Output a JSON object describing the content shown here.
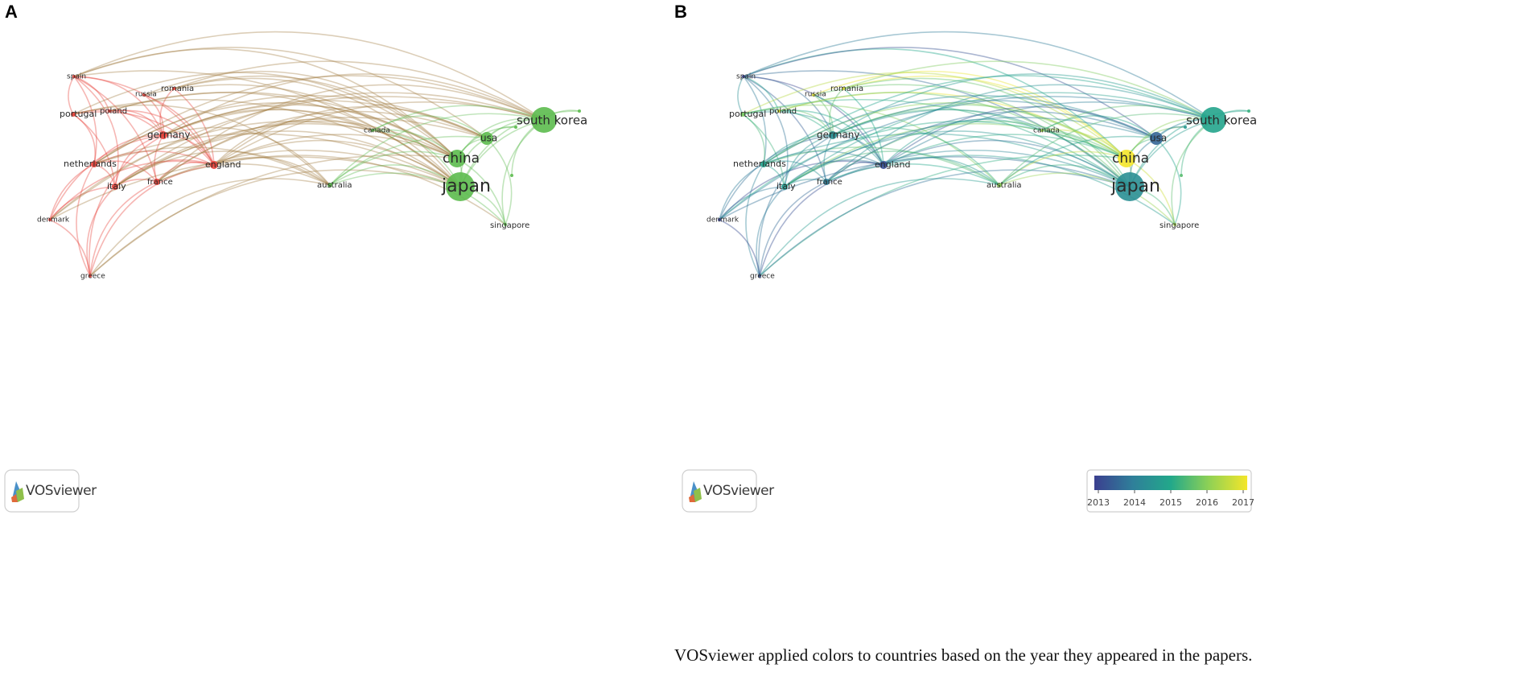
{
  "panels": [
    {
      "letter": "A",
      "mode": "cluster"
    },
    {
      "letter": "B",
      "mode": "year"
    }
  ],
  "logo_text": "VOSviewer",
  "legend": {
    "ticks": [
      "2013",
      "2014",
      "2015",
      "2016",
      "2017"
    ],
    "gradient_colors": [
      "#3b3f8f",
      "#2f7f9a",
      "#22a88a",
      "#8fd155",
      "#f4e62a"
    ]
  },
  "caption": "VOSviewer applied colors to countries based on the year they appeared in the papers.",
  "cluster_colors": {
    "red": "#e8413a",
    "green": "#5cbb4e"
  },
  "nodes": [
    {
      "id": "spain",
      "label": "spain",
      "cluster": "red",
      "year": 2013.0
    },
    {
      "id": "russia",
      "label": "russia",
      "cluster": "red",
      "year": 2016.8
    },
    {
      "id": "romania",
      "label": "romania",
      "cluster": "red",
      "year": 2016.8
    },
    {
      "id": "portugal",
      "label": "portugal",
      "cluster": "red",
      "year": 2015.8
    },
    {
      "id": "poland",
      "label": "poland",
      "cluster": "red",
      "year": 2016.8
    },
    {
      "id": "germany",
      "label": "germany",
      "cluster": "red",
      "year": 2014.4
    },
    {
      "id": "netherlands",
      "label": "netherlands",
      "cluster": "red",
      "year": 2014.9
    },
    {
      "id": "england",
      "label": "england",
      "cluster": "red",
      "year": 2013.2
    },
    {
      "id": "italy",
      "label": "italy",
      "cluster": "red",
      "year": 2014.7
    },
    {
      "id": "france",
      "label": "france",
      "cluster": "red",
      "year": 2014.0
    },
    {
      "id": "denmark",
      "label": "denmark",
      "cluster": "red",
      "year": 2013.1
    },
    {
      "id": "greece",
      "label": "greece",
      "cluster": "red",
      "year": 2013.3
    },
    {
      "id": "canada",
      "label": "canada",
      "cluster": "green",
      "year": 2016.2
    },
    {
      "id": "australia",
      "label": "australia",
      "cluster": "green",
      "year": 2016.0
    },
    {
      "id": "china",
      "label": "china",
      "cluster": "green",
      "year": 2017.0
    },
    {
      "id": "japan",
      "label": "japan",
      "cluster": "green",
      "year": 2014.4
    },
    {
      "id": "usa",
      "label": "usa",
      "cluster": "green",
      "year": 2013.6
    },
    {
      "id": "south-korea",
      "label": "south korea",
      "cluster": "green",
      "year": 2014.9
    },
    {
      "id": "singapore",
      "label": "singapore",
      "cluster": "green",
      "year": 2016.2
    },
    {
      "id": "node-a",
      "label": "",
      "cluster": "green",
      "year": 2014.6
    },
    {
      "id": "node-b",
      "label": "",
      "cluster": "green",
      "year": 2015.2
    },
    {
      "id": "node-c",
      "label": "",
      "cluster": "green",
      "year": 2015.5
    }
  ],
  "edges": [
    [
      "spain",
      "germany"
    ],
    [
      "spain",
      "netherlands"
    ],
    [
      "spain",
      "england"
    ],
    [
      "spain",
      "italy"
    ],
    [
      "spain",
      "france"
    ],
    [
      "spain",
      "portugal"
    ],
    [
      "spain",
      "china"
    ],
    [
      "spain",
      "japan"
    ],
    [
      "spain",
      "usa"
    ],
    [
      "spain",
      "south-korea"
    ],
    [
      "spain",
      "poland"
    ],
    [
      "russia",
      "germany"
    ],
    [
      "russia",
      "china"
    ],
    [
      "russia",
      "england"
    ],
    [
      "russia",
      "japan"
    ],
    [
      "romania",
      "germany"
    ],
    [
      "romania",
      "england"
    ],
    [
      "romania",
      "china"
    ],
    [
      "romania",
      "japan"
    ],
    [
      "romania",
      "south-korea"
    ],
    [
      "portugal",
      "germany"
    ],
    [
      "portugal",
      "netherlands"
    ],
    [
      "portugal",
      "italy"
    ],
    [
      "portugal",
      "england"
    ],
    [
      "portugal",
      "china"
    ],
    [
      "portugal",
      "japan"
    ],
    [
      "portugal",
      "australia"
    ],
    [
      "poland",
      "germany"
    ],
    [
      "poland",
      "china"
    ],
    [
      "poland",
      "japan"
    ],
    [
      "poland",
      "england"
    ],
    [
      "germany",
      "netherlands"
    ],
    [
      "germany",
      "england"
    ],
    [
      "germany",
      "italy"
    ],
    [
      "germany",
      "france"
    ],
    [
      "germany",
      "china"
    ],
    [
      "germany",
      "japan"
    ],
    [
      "germany",
      "usa"
    ],
    [
      "germany",
      "south-korea"
    ],
    [
      "germany",
      "australia"
    ],
    [
      "germany",
      "canada"
    ],
    [
      "germany",
      "denmark"
    ],
    [
      "germany",
      "greece"
    ],
    [
      "netherlands",
      "england"
    ],
    [
      "netherlands",
      "italy"
    ],
    [
      "netherlands",
      "france"
    ],
    [
      "netherlands",
      "denmark"
    ],
    [
      "netherlands",
      "greece"
    ],
    [
      "netherlands",
      "china"
    ],
    [
      "netherlands",
      "japan"
    ],
    [
      "netherlands",
      "usa"
    ],
    [
      "netherlands",
      "south-korea"
    ],
    [
      "netherlands",
      "australia"
    ],
    [
      "england",
      "italy"
    ],
    [
      "england",
      "france"
    ],
    [
      "england",
      "china"
    ],
    [
      "england",
      "japan"
    ],
    [
      "england",
      "usa"
    ],
    [
      "england",
      "south-korea"
    ],
    [
      "england",
      "australia"
    ],
    [
      "england",
      "canada"
    ],
    [
      "england",
      "singapore"
    ],
    [
      "england",
      "denmark"
    ],
    [
      "england",
      "greece"
    ],
    [
      "italy",
      "france"
    ],
    [
      "italy",
      "china"
    ],
    [
      "italy",
      "japan"
    ],
    [
      "italy",
      "usa"
    ],
    [
      "italy",
      "south-korea"
    ],
    [
      "italy",
      "australia"
    ],
    [
      "italy",
      "denmark"
    ],
    [
      "italy",
      "greece"
    ],
    [
      "france",
      "china"
    ],
    [
      "france",
      "japan"
    ],
    [
      "france",
      "usa"
    ],
    [
      "france",
      "south-korea"
    ],
    [
      "france",
      "australia"
    ],
    [
      "france",
      "greece"
    ],
    [
      "denmark",
      "china"
    ],
    [
      "denmark",
      "japan"
    ],
    [
      "denmark",
      "greece"
    ],
    [
      "denmark",
      "south-korea"
    ],
    [
      "greece",
      "china"
    ],
    [
      "greece",
      "japan"
    ],
    [
      "greece",
      "australia"
    ],
    [
      "canada",
      "china"
    ],
    [
      "canada",
      "japan"
    ],
    [
      "canada",
      "usa"
    ],
    [
      "canada",
      "south-korea"
    ],
    [
      "australia",
      "china"
    ],
    [
      "australia",
      "japan"
    ],
    [
      "australia",
      "usa"
    ],
    [
      "australia",
      "south-korea"
    ],
    [
      "australia",
      "singapore"
    ],
    [
      "china",
      "japan"
    ],
    [
      "china",
      "usa"
    ],
    [
      "china",
      "south-korea"
    ],
    [
      "china",
      "singapore"
    ],
    [
      "china",
      "node-a"
    ],
    [
      "japan",
      "usa"
    ],
    [
      "japan",
      "south-korea"
    ],
    [
      "japan",
      "singapore"
    ],
    [
      "japan",
      "node-b"
    ],
    [
      "usa",
      "south-korea"
    ],
    [
      "usa",
      "node-a"
    ],
    [
      "usa",
      "singapore"
    ],
    [
      "south-korea",
      "node-b"
    ],
    [
      "south-korea",
      "node-c"
    ],
    [
      "south-korea",
      "singapore"
    ]
  ]
}
